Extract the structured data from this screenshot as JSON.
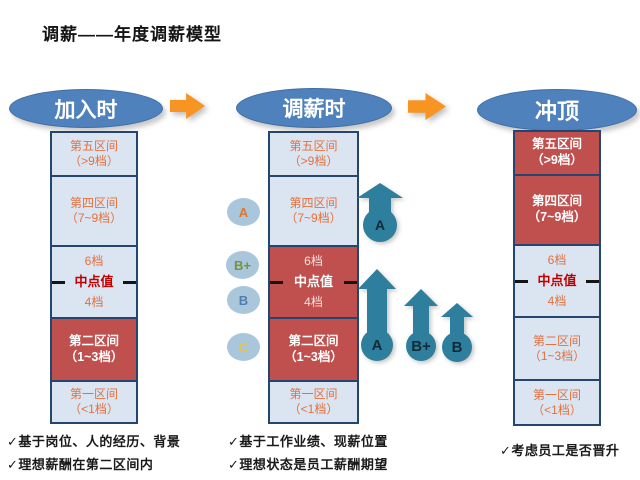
{
  "title": "调薪——年度调薪模型",
  "stages": [
    {
      "header": "加入时",
      "sections": [
        {
          "line1": "第五区间",
          "line2": "（>9档）"
        },
        {
          "line1": "第四区间",
          "line2": "（7~9档）"
        },
        {
          "top": "6档",
          "mid": "中点值",
          "bottom": "4档"
        },
        {
          "line1": "第二区间",
          "line2": "（1~3档）"
        },
        {
          "line1": "第一区间",
          "line2": "（<1档）"
        }
      ],
      "notes": [
        "✓基于岗位、人的经历、背景",
        "✓理想薪酬在第二区间内"
      ]
    },
    {
      "header": "调薪时",
      "sections": [
        {
          "line1": "第五区间",
          "line2": "（>9档）"
        },
        {
          "line1": "第四区间",
          "line2": "（7~9档）"
        },
        {
          "top": "6档",
          "mid": "中点值",
          "bottom": "4档"
        },
        {
          "line1": "第二区间",
          "line2": "（1~3档）"
        },
        {
          "line1": "第一区间",
          "line2": "（<1档）"
        }
      ],
      "notes": [
        "✓基于工作业绩、现薪位置",
        "✓理想状态是员工薪酬期望"
      ]
    },
    {
      "header": "冲顶",
      "sections": [
        {
          "line1": "第五区间",
          "line2": "（>9档）"
        },
        {
          "line1": "第四区间",
          "line2": "（7~9档）"
        },
        {
          "top": "6档",
          "mid": "中点值",
          "bottom": "4档"
        },
        {
          "line1": "第二区间",
          "line2": "（1~3档）"
        },
        {
          "line1": "第一区间",
          "line2": "（<1档）"
        }
      ],
      "notes": [
        "✓考虑员工是否晋升"
      ]
    }
  ],
  "grade_circles": [
    {
      "label": "A",
      "text_color": "#E0762F"
    },
    {
      "label": "B+",
      "text_color": "#76923C"
    },
    {
      "label": "B",
      "text_color": "#4E7FB0"
    },
    {
      "label": "C",
      "text_color": "#E5C44C"
    }
  ],
  "rating_arrows": [
    {
      "label": "A"
    },
    {
      "label": "A"
    },
    {
      "label": "B+"
    },
    {
      "label": "B"
    }
  ],
  "colors": {
    "ellipse_blue": "#4F81BD",
    "flow_arrow_orange": "#F79422",
    "band_light_bg": "#DBE4F1",
    "band_red_bg": "#C0504D",
    "band_border_navy": "#24466E",
    "band_text_orange": "#E2713D",
    "midpoint_red": "#C00000",
    "rating_arrow_teal": "#2E7E9D",
    "grade_circle_bg": "#A9C6DB"
  }
}
